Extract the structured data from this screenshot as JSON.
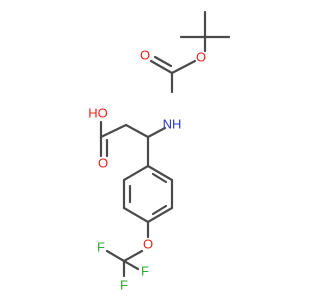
{
  "molecule": {
    "atom_labels": {
      "carbonyl_o_boc": "O",
      "ester_o_boc": "O",
      "nh": "NH",
      "acid_oh": "HO",
      "acid_o": "O",
      "ether_o": "O",
      "f_left": "F",
      "f_right": "F",
      "f_bottom": "F"
    },
    "colors": {
      "bond": "#4a4a4a",
      "oxygen": "#e8231b",
      "nitrogen": "#2a36c8",
      "fluorine": "#2ea82e",
      "background": "#ffffff"
    }
  }
}
